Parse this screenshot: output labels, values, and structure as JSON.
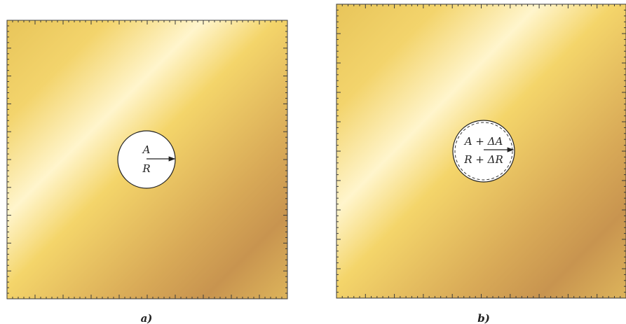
{
  "panel_a": {
    "caption": "a)",
    "area_label": "A",
    "radius_label": "R"
  },
  "panel_b": {
    "caption": "b)",
    "area_label": "A + ΔA",
    "radius_label": "R + ΔR"
  },
  "colors": {
    "plate_gold": "#E8C15A",
    "plate_light": "#FFF6C8",
    "plate_bronze": "#C89656",
    "frame": "#3a3a3a",
    "hole": "#FFFFFF"
  }
}
